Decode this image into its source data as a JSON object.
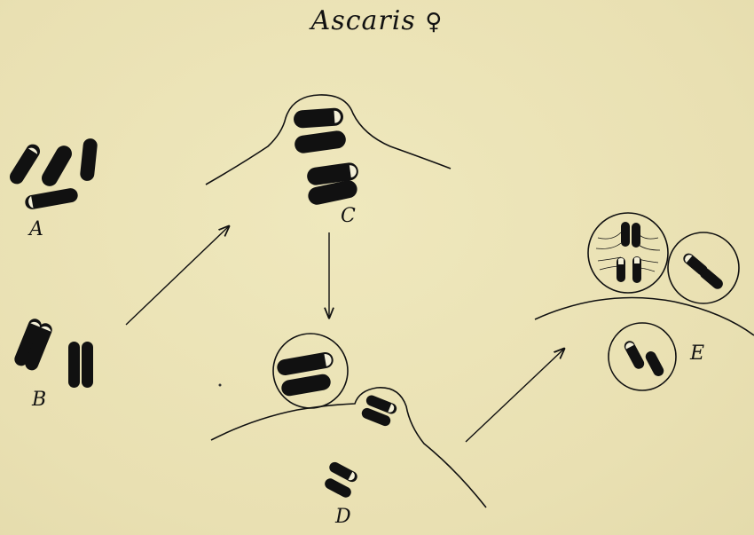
{
  "title": {
    "name": "Ascaris",
    "sex_symbol": "♀"
  },
  "labels": {
    "a": "A",
    "b": "B",
    "c": "C",
    "d": "D",
    "e": "E"
  },
  "colors": {
    "paper": "#ece4b8",
    "ink": "#111111",
    "chromatid_tip": "#f4f0d8"
  }
}
